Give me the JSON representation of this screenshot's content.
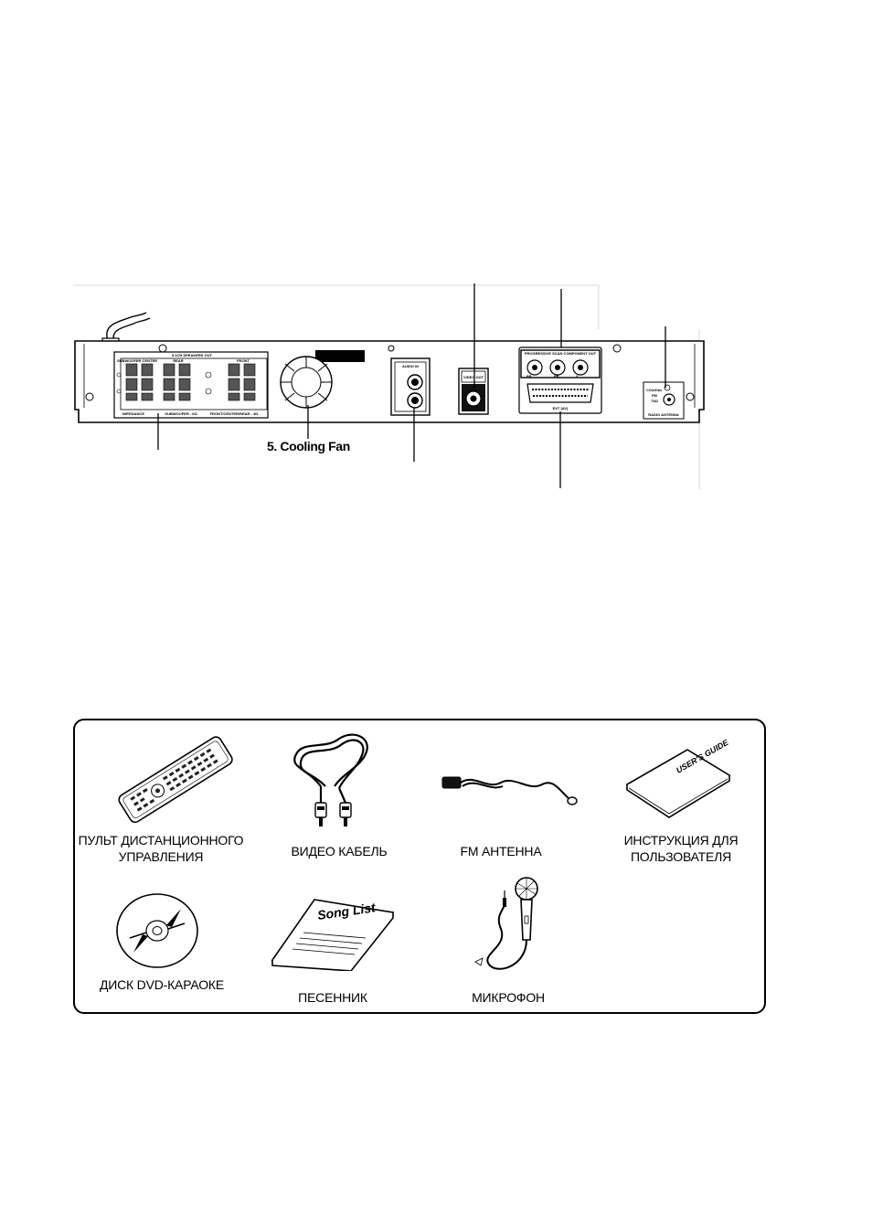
{
  "rear_panel": {
    "fan_caption": "5. Cooling Fan",
    "labels": {
      "speakers_out": "5.1CH SPEAKERS OUT",
      "subwoofer_center": "SUBWOOFER CENTER",
      "rear": "REAR",
      "front": "FRONT",
      "impedance": "IMPEDANCE",
      "subwoofer_ohm": "SUBWOOFER : 6Ω",
      "front_center_rear_ohm": "FRONT/CENTER/REAR : 4Ω",
      "audio_in": "AUDIO IN",
      "video_out": "VIDEO OUT",
      "component_out": "PROGRESSIVE SCAN COMPONENT OUT",
      "pr": "PR",
      "pb": "PB",
      "y": "Y",
      "scart": "EXT (AV)",
      "coaxial": "COAXIAL",
      "fm": "FM",
      "ohm75": "75Ω",
      "radio_antenna": "RADIO ANTENNA"
    }
  },
  "accessories": [
    {
      "icon": "remote-control-icon",
      "line1": "ПУЛЬТ ДИСТАНЦИОННОГО",
      "line2": "УПРАВЛЕНИЯ"
    },
    {
      "icon": "video-cable-icon",
      "line1": "ВИДЕО КАБЕЛЬ",
      "line2": ""
    },
    {
      "icon": "fm-antenna-icon",
      "line1": "FM АНТЕННА",
      "line2": ""
    },
    {
      "icon": "users-guide-icon",
      "line1": "ИНСТРУКЦИЯ ДЛЯ",
      "line2": "ПОЛЬЗОВАТЕЛЯ",
      "book_text": "USER'S GUIDE"
    },
    {
      "icon": "karaoke-disc-icon",
      "line1": "ДИСК DVD-КАРАОКЕ",
      "line2": ""
    },
    {
      "icon": "song-list-book-icon",
      "line1": "ПЕСЕННИК",
      "line2": "",
      "book_text": "Song List"
    },
    {
      "icon": "microphone-icon",
      "line1": "МИКРОФОН",
      "line2": ""
    }
  ]
}
